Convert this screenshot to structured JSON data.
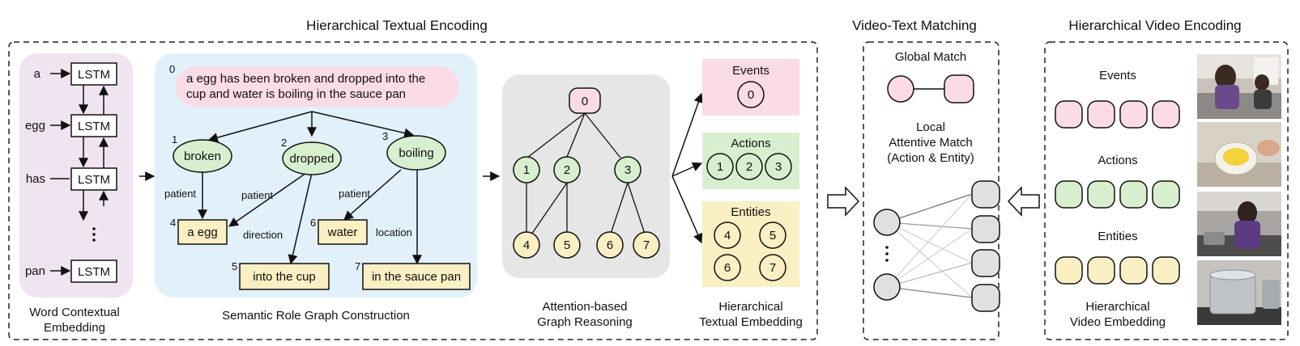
{
  "sections": {
    "textual": "Hierarchical Textual Encoding",
    "matching": "Video-Text Matching",
    "video": "Hierarchical Video Encoding"
  },
  "lstm": {
    "words": [
      "a",
      "egg",
      "has",
      "pan"
    ],
    "cell_label": "LSTM",
    "caption_line1": "Word Contextual",
    "caption_line2": "Embedding"
  },
  "graph": {
    "sentence_index": "0",
    "sentence_line1": "a egg has been broken and dropped into the",
    "sentence_line2": "cup and water is boiling in the sauce pan",
    "actions": [
      {
        "index": "1",
        "label": "broken"
      },
      {
        "index": "2",
        "label": "dropped"
      },
      {
        "index": "3",
        "label": "boiling"
      }
    ],
    "entities": [
      {
        "index": "4",
        "label": "a egg"
      },
      {
        "index": "5",
        "label": "into the cup"
      },
      {
        "index": "6",
        "label": "water"
      },
      {
        "index": "7",
        "label": "in the sauce pan"
      }
    ],
    "roles": [
      "patient",
      "patient",
      "direction",
      "patient",
      "location"
    ],
    "caption": "Semantic Role Graph Construction"
  },
  "reasoning": {
    "nodes": [
      "0",
      "1",
      "2",
      "3",
      "4",
      "5",
      "6",
      "7"
    ],
    "caption_line1": "Attention-based",
    "caption_line2": "Graph Reasoning"
  },
  "embedding": {
    "events_label": "Events",
    "event_nodes": [
      "0"
    ],
    "actions_label": "Actions",
    "action_nodes": [
      "1",
      "2",
      "3"
    ],
    "entities_label": "Entities",
    "entity_nodes": [
      "4",
      "5",
      "6",
      "7"
    ],
    "caption_line1": "Hierarchical",
    "caption_line2": "Textual Embedding"
  },
  "matching": {
    "global": "Global Match",
    "local_line1": "Local",
    "local_line2": "Attentive Match",
    "local_line3": "(Action & Entity)"
  },
  "video": {
    "events_label": "Events",
    "actions_label": "Actions",
    "entities_label": "Entities",
    "caption_line1": "Hierarchical",
    "caption_line2": "Video Embedding"
  },
  "colors": {
    "lstm_bg": "#efe4ef",
    "graph_bg": "#e2f0fa",
    "reason_bg": "#e6e6e6",
    "event_pink": "#fbdbe5",
    "action_green": "#d8efcf",
    "entity_yellow": "#fbefc4",
    "node_gray": "#e0e0e0"
  }
}
